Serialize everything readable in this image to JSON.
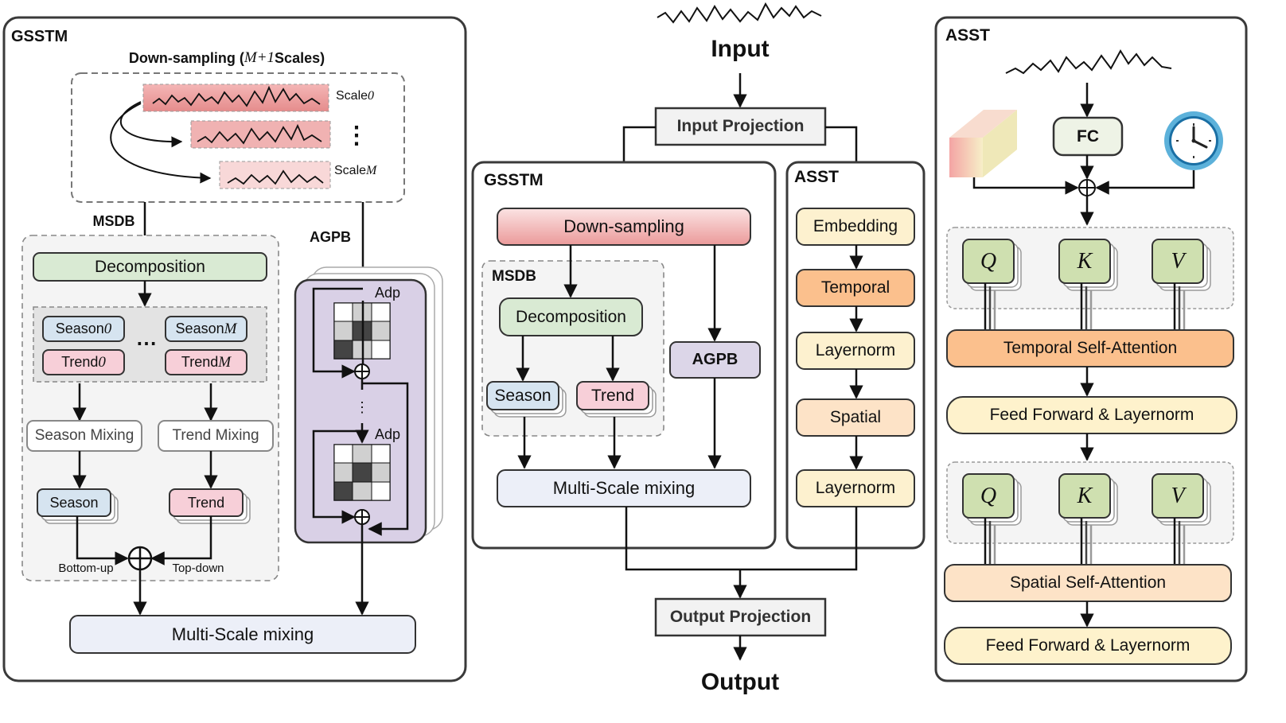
{
  "center": {
    "input": "Input",
    "input_projection": "Input Projection",
    "gsstm_title": "GSSTM",
    "asst_title": "ASST",
    "down_sampling": "Down-sampling",
    "msdb_title": "MSDB",
    "decomposition": "Decomposition",
    "season": "Season",
    "trend": "Trend",
    "agpb": "AGPB",
    "multi_scale_mixing": "Multi-Scale mixing",
    "embedding": "Embedding",
    "temporal": "Temporal",
    "layernorm_1": "Layernorm",
    "spatial": "Spatial",
    "layernorm_2": "Layernorm",
    "output_projection": "Output Projection",
    "output": "Output"
  },
  "left": {
    "title": "GSSTM",
    "downsampling_prefix": "Down-sampling (",
    "downsampling_math": "M+1",
    "downsampling_suffix": " Scales)",
    "scale_0_label": "Scale ",
    "scale_0_var": "0",
    "scale_m_label": "Scale ",
    "scale_m_var": "M",
    "vdots": "⋮",
    "msdb_label": "MSDB",
    "agpb_label": "AGPB",
    "decomposition": "Decomposition",
    "season_0_label": "Season ",
    "season_0_var": "0",
    "trend_0_label": "Trend ",
    "trend_0_var": "0",
    "season_m_label": "Season ",
    "season_m_var": "M",
    "trend_m_label": "Trend ",
    "trend_m_var": "M",
    "hdots": "⋯",
    "season_mixing": "Season Mixing",
    "trend_mixing": "Trend Mixing",
    "season": "Season",
    "trend": "Trend",
    "bottom_up": "Bottom-up",
    "top_down": "Top-down",
    "multi_scale_mixing": "Multi-Scale mixing",
    "adp_1": "Adp",
    "adp_2": "Adp",
    "agpb_vdots": "⋮"
  },
  "right": {
    "title": "ASST",
    "fc": "FC",
    "q1": "Q",
    "k1": "K",
    "v1": "V",
    "temporal_self_attention": "Temporal Self-Attention",
    "feed_forward_1": "Feed Forward & Layernorm",
    "q2": "Q",
    "k2": "K",
    "v2": "V",
    "spatial_self_attention": "Spatial Self-Attention",
    "feed_forward_2": "Feed Forward & Layernorm"
  },
  "colors": {
    "border": "#3a3a3a",
    "green_fill": "#d9ead3",
    "blue_fill": "#d6e4f0",
    "pink_fill": "#f7cfd8",
    "lavender_fill": "#dcd6e8",
    "agpb_fill": "#d9d0e6",
    "ms_mixing_fill": "#eceff8",
    "embedding_fill": "#fdf1cf",
    "temporal_fill": "#fbc08d",
    "spatial_fill": "#fde3c7",
    "downsampling_fill": "#f1a9a9",
    "qkv_fill": "#cfe0b0",
    "dashed_region_fill": "#f2f2f2"
  }
}
